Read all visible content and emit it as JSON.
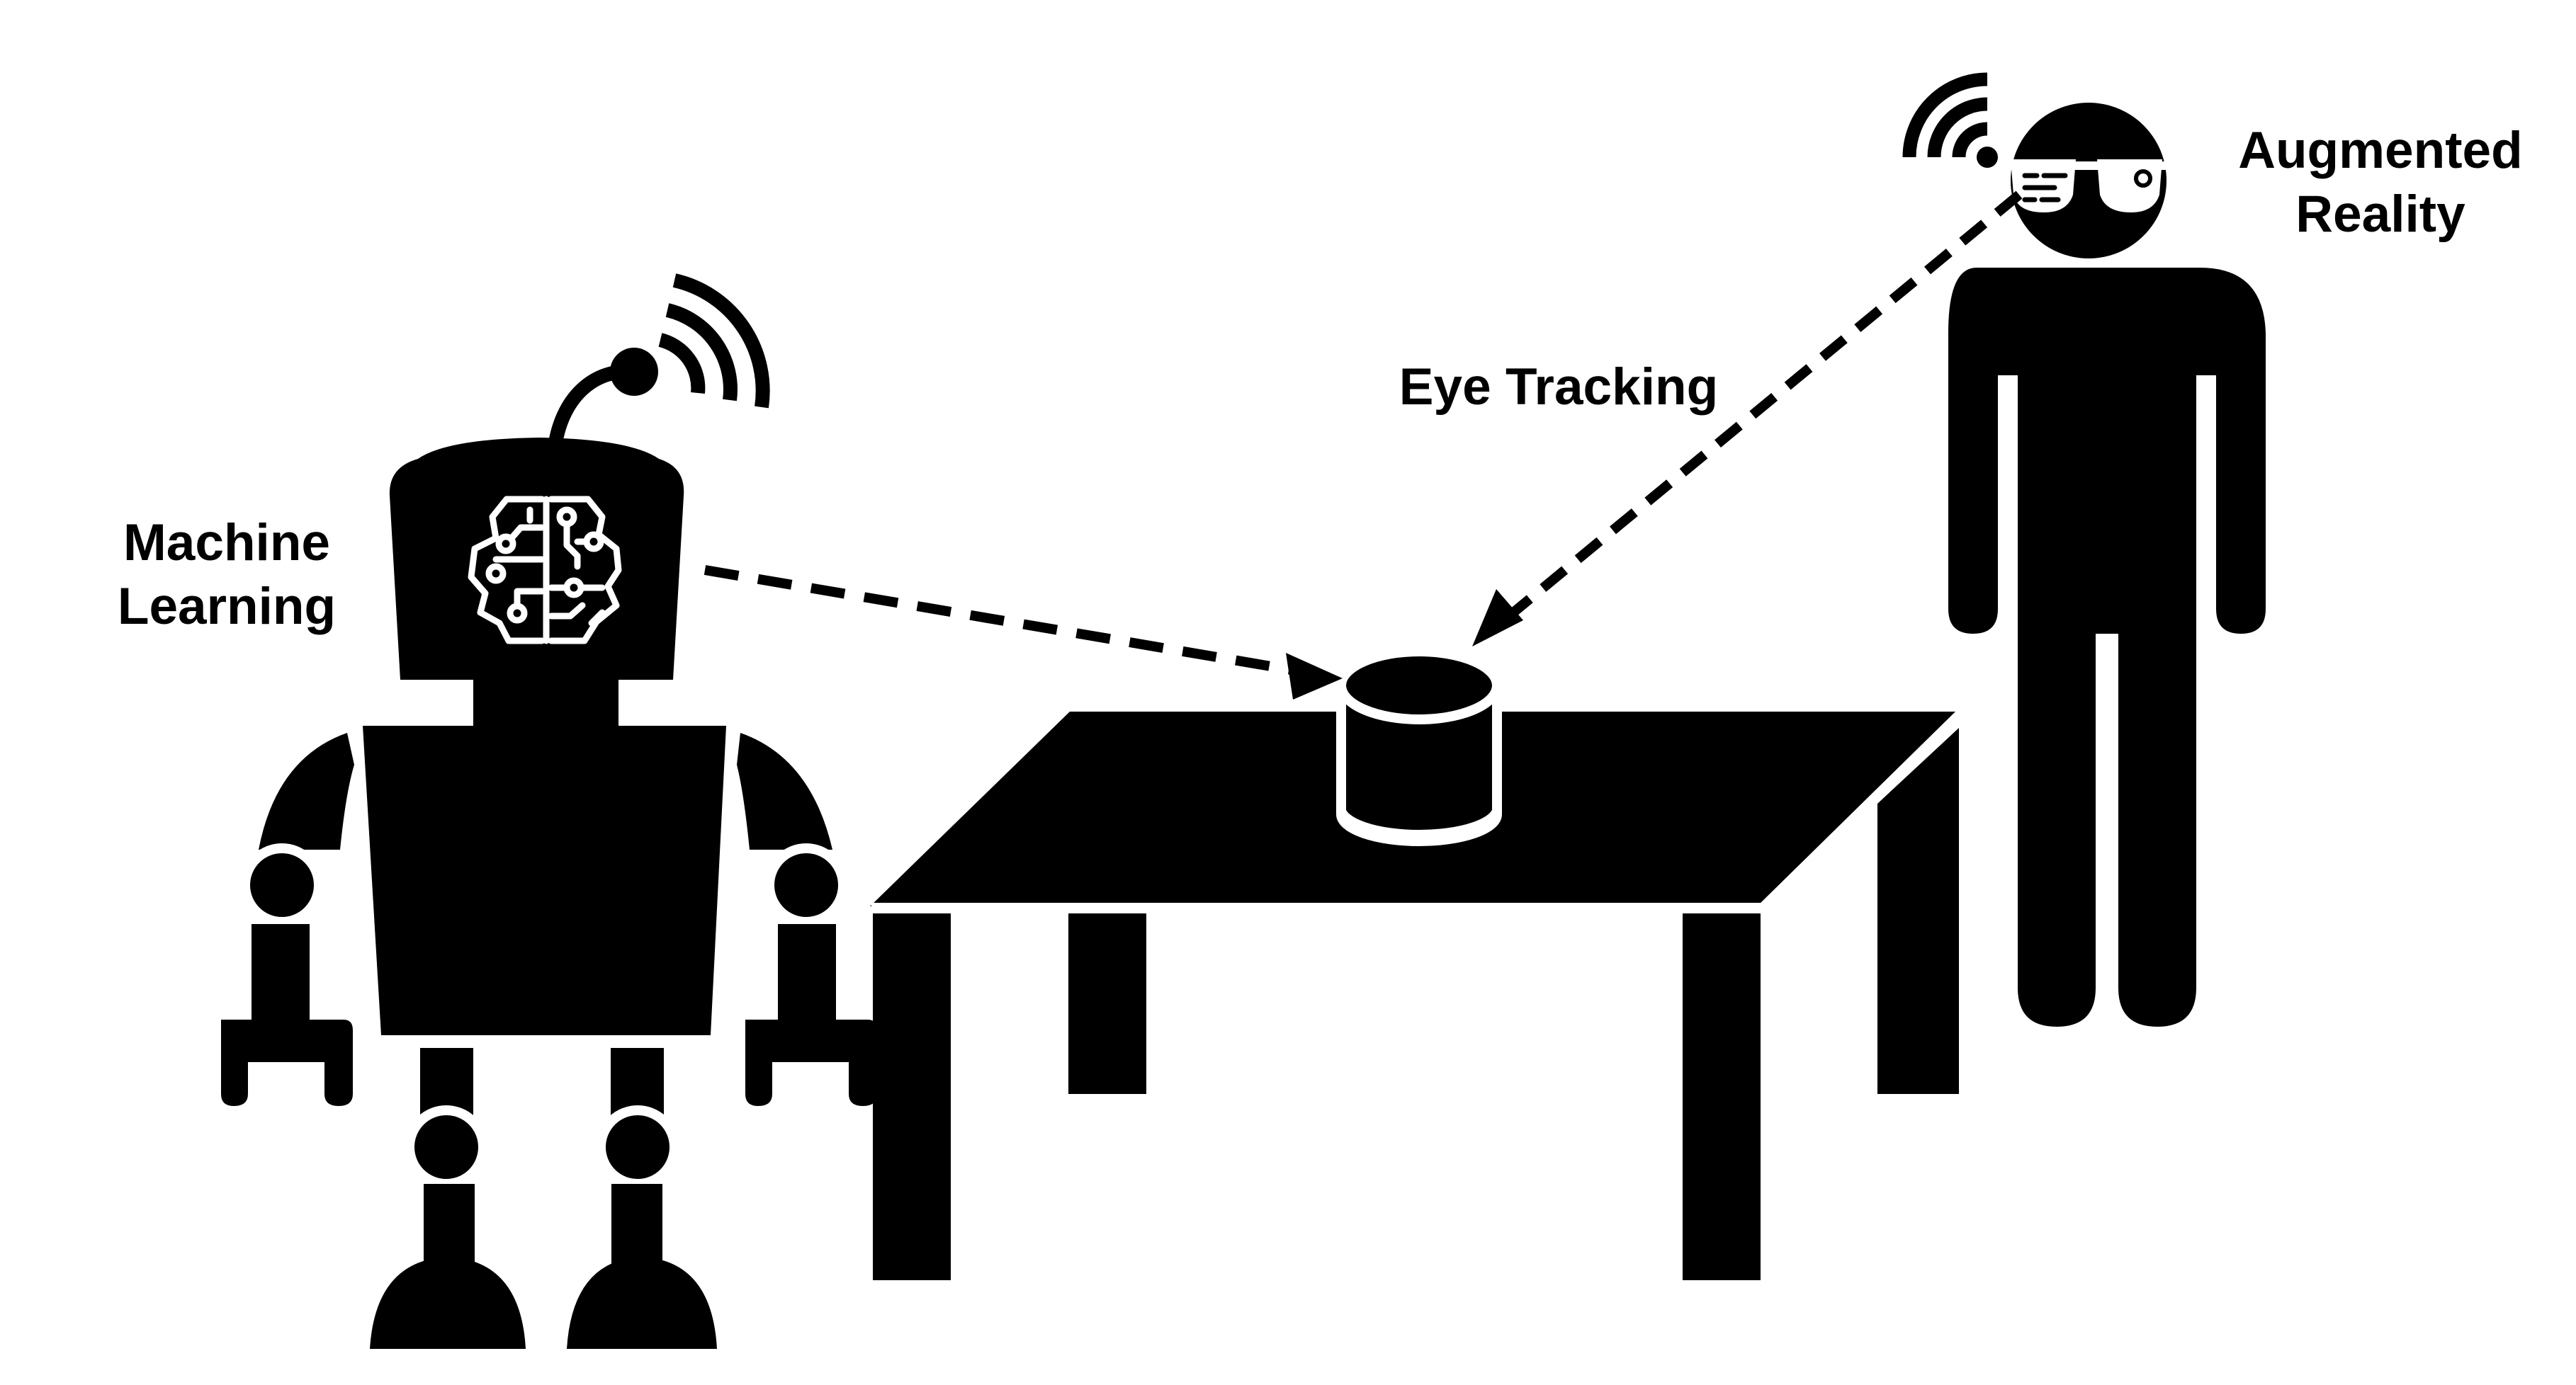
{
  "labels": {
    "machine_learning": [
      "Machine",
      "Learning"
    ],
    "eye_tracking": "Eye Tracking",
    "augmented_reality": [
      "Augmented",
      "Reality"
    ]
  },
  "icons": [
    "robot-icon",
    "brain-circuit-icon",
    "wifi-signal-icon",
    "table-icon",
    "cup-icon",
    "person-icon",
    "ar-glasses-icon"
  ],
  "colors": {
    "foreground": "#000000",
    "background": "#ffffff"
  }
}
